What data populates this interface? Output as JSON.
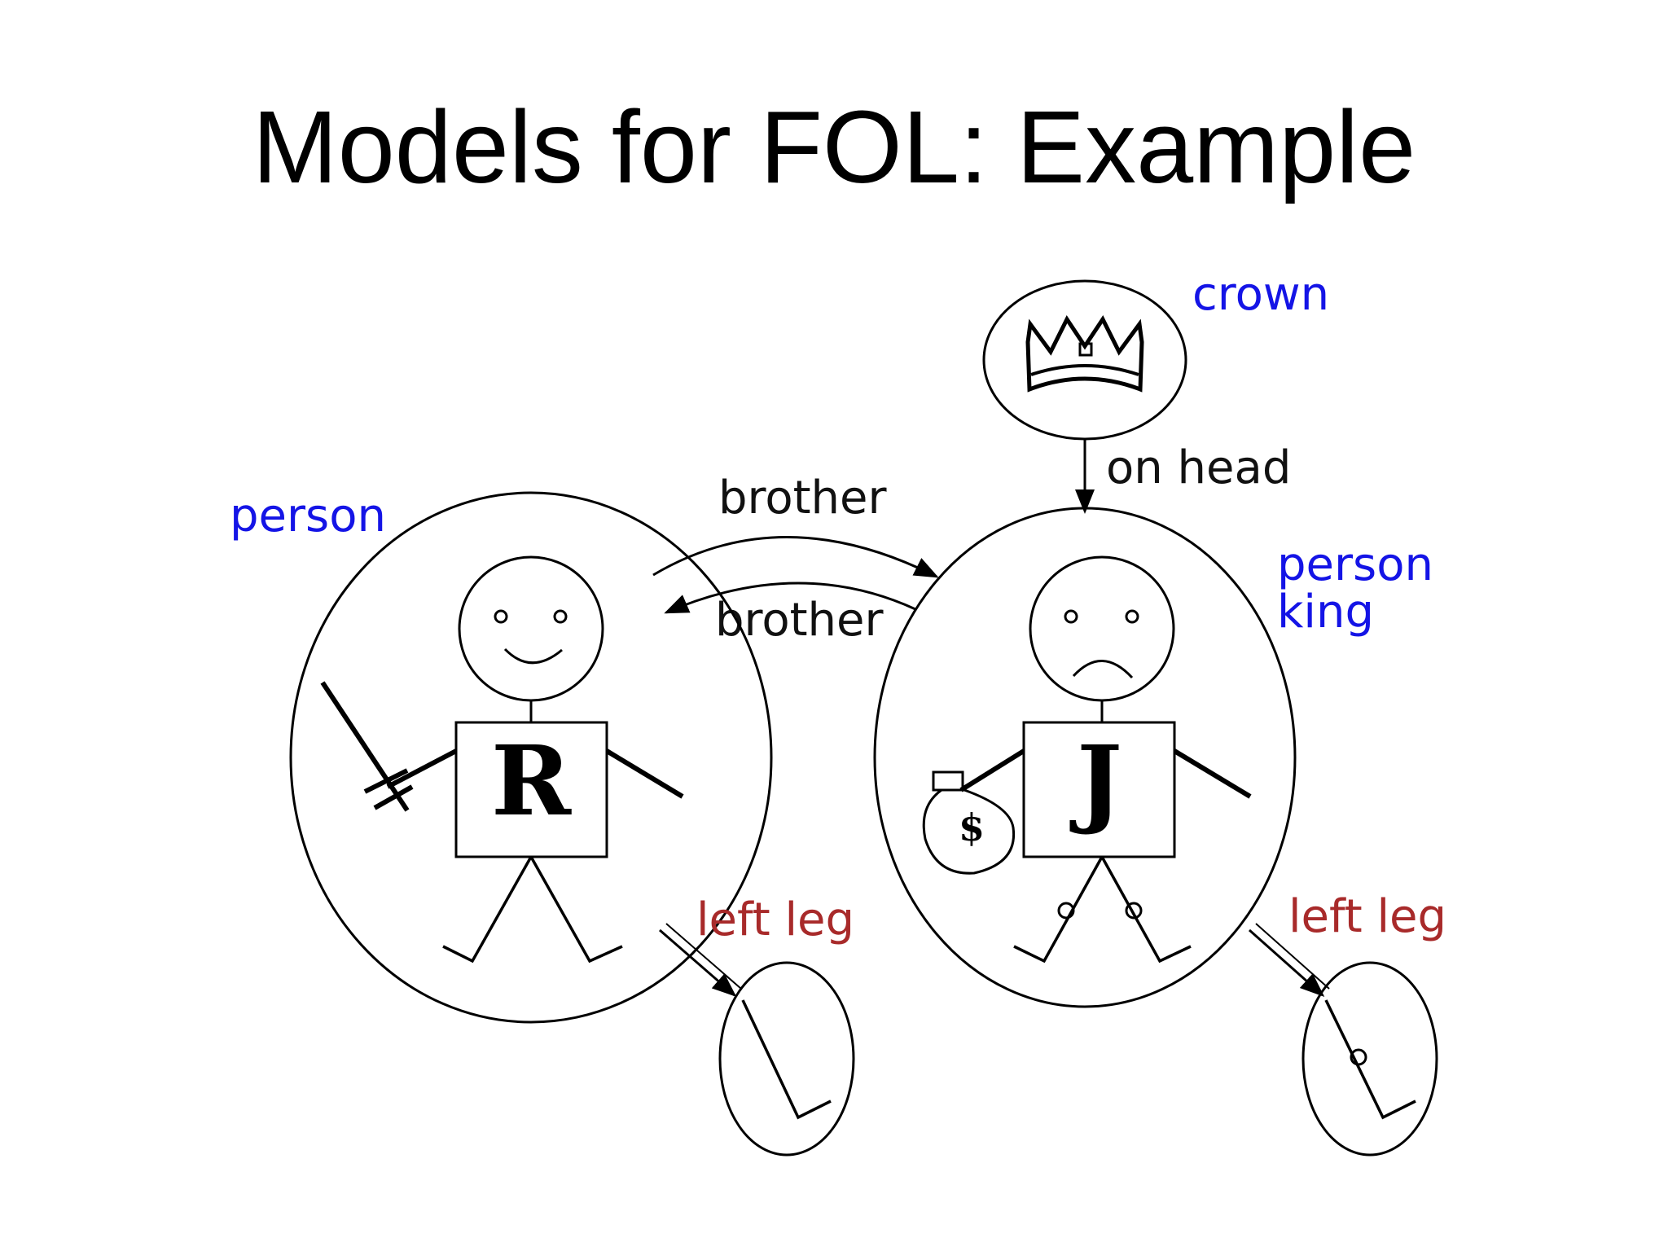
{
  "title": "Models for FOL: Example",
  "labels": {
    "crown": "crown",
    "on_head": "on head",
    "brother_top": "brother",
    "brother_bottom": "brother",
    "person_left": "person",
    "person_right": "person",
    "king": "king",
    "left_leg_left": "left leg",
    "left_leg_right": "left leg"
  },
  "figures": {
    "left_letter": "R",
    "right_letter": "J",
    "money_symbol": "$"
  },
  "colors": {
    "class_label": "#1414e6",
    "function_label": "#a82a2a",
    "relation_label": "#111111"
  }
}
